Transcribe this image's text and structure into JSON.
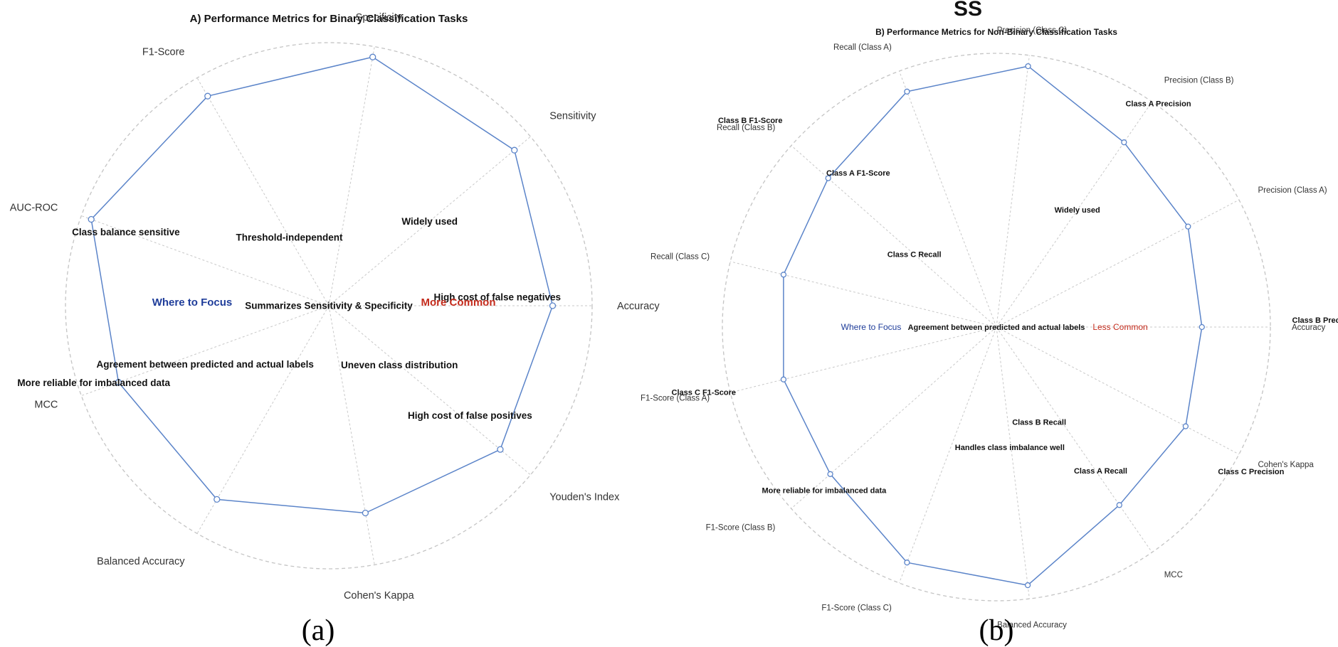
{
  "top_mark": "SS",
  "colors": {
    "series": "#5b84c9",
    "spoke": "#c8c8c8",
    "outer_ring": "#c4c4c4",
    "where_to_focus": "#1f3d9a",
    "common": "#c42b1c"
  },
  "chart_data": [
    {
      "type": "radar",
      "panel": "a",
      "title": "A) Performance Metrics for Binary Classification Tasks",
      "caption": "(a)",
      "axes": [
        "Accuracy",
        "Sensitivity",
        "Specificity",
        "F1-Score",
        "AUC-ROC",
        "MCC",
        "Balanced Accuracy",
        "Cohen's Kappa",
        "Youden's Index"
      ],
      "values": [
        0.85,
        0.92,
        0.96,
        0.92,
        0.96,
        0.85,
        0.85,
        0.8,
        0.85
      ],
      "rlim": [
        0,
        1
      ],
      "grid": "dotted spokes with outer ring",
      "center_left_label": "Where to Focus",
      "center_right_label": "More Common",
      "annotations": [
        {
          "text": "Widely used",
          "axis": "Sensitivity",
          "r": 0.5
        },
        {
          "text": "Threshold-independent",
          "axis": "F1-Score",
          "r": 0.3
        },
        {
          "text": "Class balance sensitive",
          "axis": "AUC-ROC",
          "r": 0.82
        },
        {
          "text": "High cost of false negatives",
          "axis": "Accuracy",
          "r": 0.64,
          "offset": "above"
        },
        {
          "text": "Summarizes Sensitivity & Specificity",
          "axis": "Accuracy",
          "r": 0.0
        },
        {
          "text": "More reliable for imbalanced data",
          "axis": "MCC",
          "r": 0.95,
          "offset": "above"
        },
        {
          "text": "Agreement between predicted and actual labels",
          "axis": "MCC",
          "r": 0.5,
          "offset": "below"
        },
        {
          "text": "Uneven class distribution",
          "axis": "Youden's Index",
          "r": 0.35
        },
        {
          "text": "High cost of false positives",
          "axis": "Youden's Index",
          "r": 0.7,
          "offset": "above"
        }
      ]
    },
    {
      "type": "radar",
      "panel": "b",
      "title": "B) Performance Metrics for Non-Binary Classification Tasks",
      "caption": "(b)",
      "axes": [
        "Accuracy",
        "Precision (Class A)",
        "Precision (Class B)",
        "Precision (Class C)",
        "Recall (Class A)",
        "Recall (Class B)",
        "Recall (Class C)",
        "F1-Score (Class A)",
        "F1-Score (Class B)",
        "F1-Score (Class C)",
        "Balanced Accuracy",
        "MCC",
        "Cohen's Kappa"
      ],
      "values": [
        0.75,
        0.79,
        0.82,
        0.96,
        0.92,
        0.82,
        0.8,
        0.8,
        0.81,
        0.92,
        0.95,
        0.79,
        0.78
      ],
      "rlim": [
        0,
        1
      ],
      "grid": "dotted spokes with outer ring",
      "center_left_label": "Where to Focus",
      "center_right_label": "Less Common",
      "annotations": [
        {
          "text": "Agreement between predicted and actual labels",
          "axis": "Accuracy",
          "r": 0.0
        },
        {
          "text": "Widely used",
          "axis": "Precision (Class B)",
          "r": 0.52
        },
        {
          "text": "Class A Precision",
          "axis": "Precision (Class B)",
          "r": 1.04,
          "offset": "below"
        },
        {
          "text": "Class B Precision",
          "axis": "Accuracy",
          "r": 1.2,
          "offset": "above"
        },
        {
          "text": "Class C Precision",
          "axis": "Cohen's Kappa",
          "r": 1.05,
          "offset": "below"
        },
        {
          "text": "Class A F1-Score",
          "axis": "Recall (Class B)",
          "r": 0.85,
          "offset": "right"
        },
        {
          "text": "Class B F1-Score",
          "axis": "Recall (Class B)",
          "r": 1.2,
          "offset": "below"
        },
        {
          "text": "Class C F1-Score",
          "axis": "F1-Score (Class A)",
          "r": 1.1,
          "offset": "above"
        },
        {
          "text": "Class C Recall",
          "axis": "Recall (Class B)",
          "r": 0.4
        },
        {
          "text": "Class B Recall",
          "axis": "Balanced Accuracy",
          "r": 0.35,
          "offset": "right"
        },
        {
          "text": "Class A Recall",
          "axis": "MCC",
          "r": 0.67,
          "offset": "above"
        },
        {
          "text": "Handles class imbalance well",
          "axis": "F1-Score (Class C)",
          "r": 0.47,
          "offset": "right"
        },
        {
          "text": "More reliable for imbalanced data",
          "axis": "F1-Score (Class B)",
          "r": 0.84,
          "offset": "below"
        }
      ]
    }
  ]
}
